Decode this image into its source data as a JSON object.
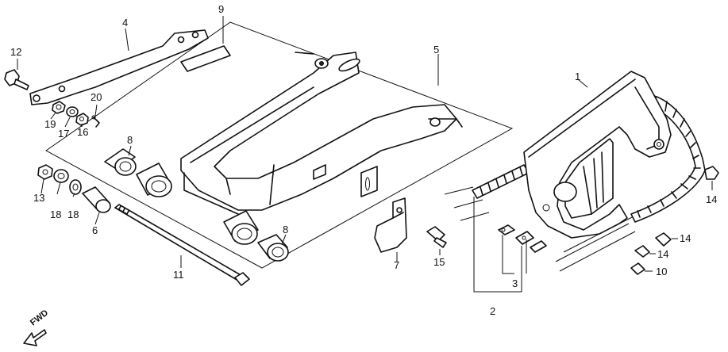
{
  "diagram": {
    "callouts": [
      {
        "id": "c1",
        "text": "1"
      },
      {
        "id": "c2",
        "text": "2"
      },
      {
        "id": "c3",
        "text": "3"
      },
      {
        "id": "c4",
        "text": "4"
      },
      {
        "id": "c5",
        "text": "5"
      },
      {
        "id": "c6",
        "text": "6"
      },
      {
        "id": "c7",
        "text": "7"
      },
      {
        "id": "c8a",
        "text": "8"
      },
      {
        "id": "c8b",
        "text": "8"
      },
      {
        "id": "c9",
        "text": "9"
      },
      {
        "id": "c10",
        "text": "10"
      },
      {
        "id": "c11",
        "text": "11"
      },
      {
        "id": "c12",
        "text": "12"
      },
      {
        "id": "c13",
        "text": "13"
      },
      {
        "id": "c14a",
        "text": "14"
      },
      {
        "id": "c14b",
        "text": "14"
      },
      {
        "id": "c14c",
        "text": "14"
      },
      {
        "id": "c15",
        "text": "15"
      },
      {
        "id": "c16",
        "text": "16"
      },
      {
        "id": "c17",
        "text": "17"
      },
      {
        "id": "c18a",
        "text": "18"
      },
      {
        "id": "c18b",
        "text": "18"
      },
      {
        "id": "c19",
        "text": "19"
      },
      {
        "id": "c20",
        "text": "20"
      }
    ],
    "direction_marker": "FWD"
  }
}
